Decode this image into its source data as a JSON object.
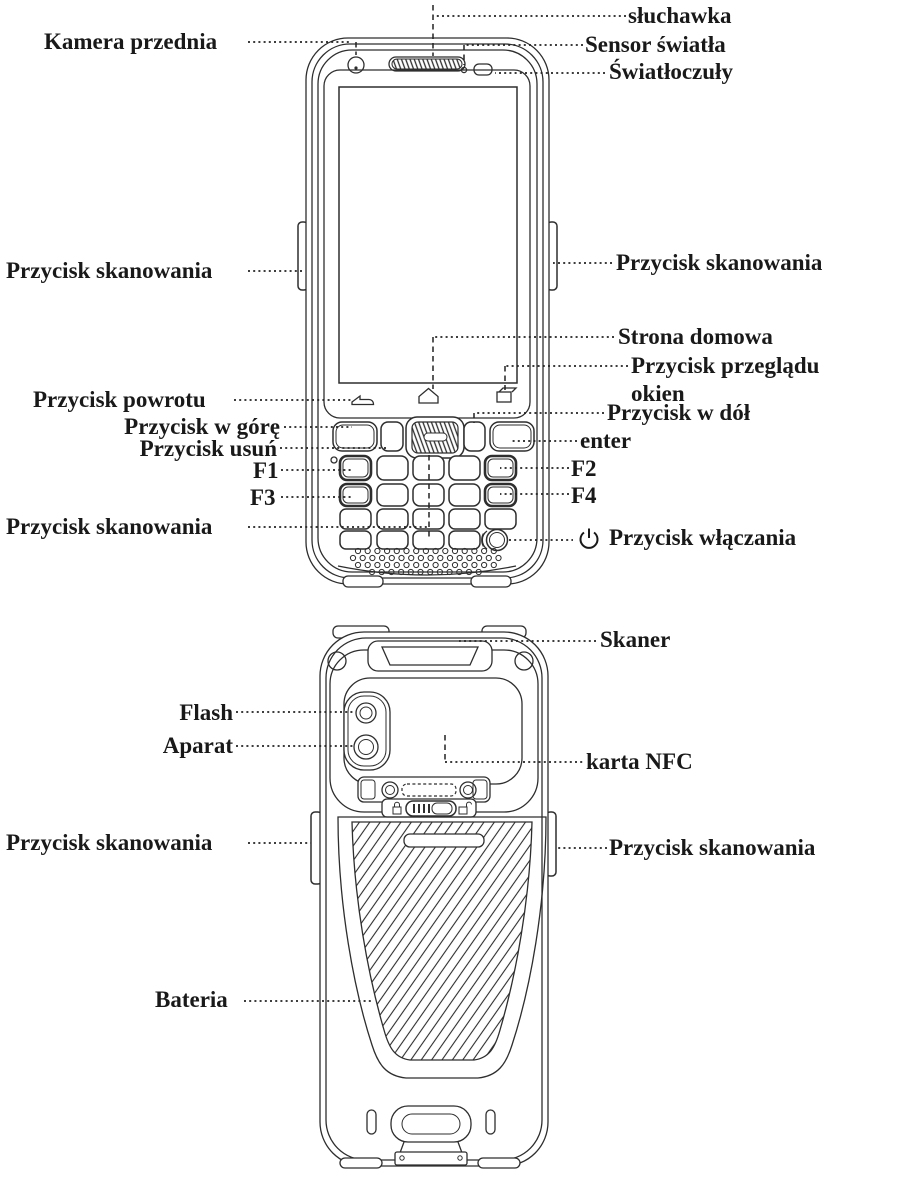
{
  "colors": {
    "ink": "#191919",
    "line": "#2e2e2e"
  },
  "front_view": {
    "labels": {
      "sluchawka": "słuchawka",
      "kamera_przednia": "Kamera przednia",
      "sensor_swiatla": "Sensor światła",
      "swiatloczuly": "Światłoczuły",
      "przycisk_skanowania_lewy": "Przycisk skanowania",
      "przycisk_skanowania_prawy": "Przycisk skanowania",
      "strona_domowa": "Strona domowa",
      "przycisk_przegladu_okien": "Przycisk przeglądu okien",
      "przycisk_w_dol": "Przycisk w dół",
      "enter": "enter",
      "przycisk_powrotu": "Przycisk powrotu",
      "przycisk_w_gore": "Przycisk w górę",
      "przycisk_usun": "Przycisk usuń",
      "f1": "F1",
      "f2": "F2",
      "f3": "F3",
      "f4": "F4",
      "przycisk_skanowania_dolny": "Przycisk skanowania",
      "przycisk_wlaczania": "Przycisk włączania"
    },
    "icons": [
      "power-icon",
      "back-nav-icon",
      "home-nav-icon",
      "recents-nav-icon"
    ]
  },
  "back_view": {
    "labels": {
      "skaner": "Skaner",
      "flash": "Flash",
      "aparat": "Aparat",
      "karta_nfc": "karta NFC",
      "przycisk_skanowania_lewy": "Przycisk skanowania",
      "przycisk_skanowania_prawy": "Przycisk skanowania",
      "bateria": "Bateria"
    },
    "icons": [
      "lock-closed-icon",
      "lock-open-icon"
    ]
  }
}
